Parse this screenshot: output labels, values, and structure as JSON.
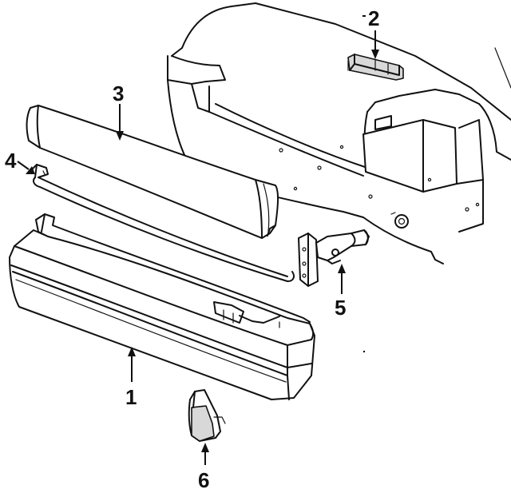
{
  "callouts": {
    "c1": "1",
    "c2": "2",
    "c3": "3",
    "c4": "4",
    "c5": "5",
    "c6": "6"
  },
  "colors": {
    "ink": "#111111",
    "background": "#ffffff",
    "shading": "#d8d8d8"
  }
}
